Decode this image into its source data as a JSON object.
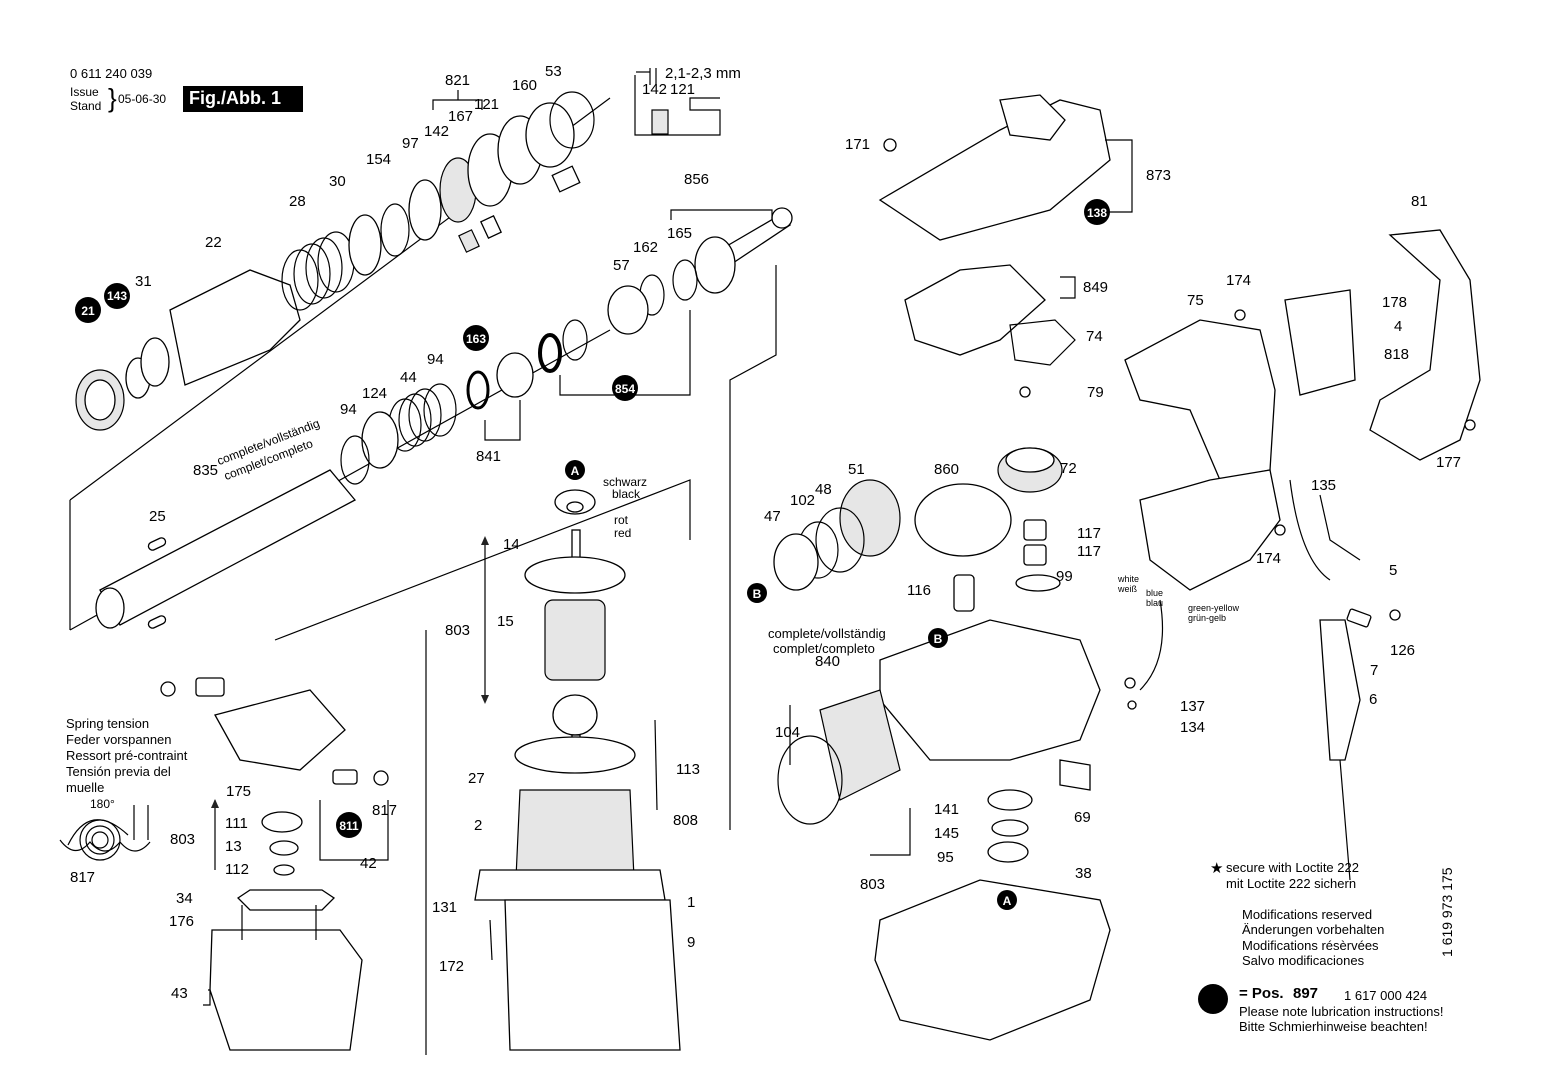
{
  "header": {
    "part_number": "0 611 240 039",
    "issue_label": "Issue",
    "stand_label": "Stand",
    "issue_date": "05-06-30",
    "figure_label": "Fig./Abb. 1",
    "gap_note": "2,1-2,3 mm"
  },
  "part_labels": [
    "821",
    "53",
    "160",
    "121",
    "167",
    "142",
    "97",
    "154",
    "30",
    "28",
    "22",
    "31",
    "143",
    "21",
    "2,1-2,3 mm",
    "142",
    "121",
    "856",
    "165",
    "162",
    "57",
    "163",
    "94",
    "44",
    "124",
    "94",
    "854",
    "841",
    "835",
    "25",
    "171",
    "873",
    "138",
    "849",
    "74",
    "79",
    "81",
    "174",
    "75",
    "178",
    "4",
    "818",
    "177",
    "860",
    "72",
    "51",
    "48",
    "102",
    "47",
    "B",
    "117",
    "117",
    "116",
    "99",
    "135",
    "174",
    "5",
    "A",
    "14",
    "15",
    "803",
    "2",
    "27",
    "113",
    "808",
    "131",
    "1",
    "9",
    "172",
    "175",
    "111",
    "13",
    "112",
    "803",
    "811",
    "817",
    "42",
    "34",
    "176",
    "43",
    "817",
    "840",
    "104",
    "B",
    "137",
    "134",
    "69",
    "141",
    "145",
    "95",
    "803",
    "38",
    "A",
    "126",
    "7",
    "6"
  ],
  "wire_labels": {
    "schwarz": "schwarz",
    "black": "black",
    "rot": "rot",
    "red": "red",
    "white": "white",
    "weiss": "weiß",
    "blue": "blue",
    "blau": "blau",
    "green_yellow": "green-yellow",
    "gruen_gelb": "grün-gelb"
  },
  "complete_labels": {
    "armature_assembly": [
      "complete/vollständig",
      "complet/completo"
    ],
    "gear_housing": [
      "complete/vollständig",
      "complet/completo"
    ]
  },
  "spring_tension": [
    "Spring tension",
    "Feder vorspannen",
    "Ressort pré-contraint",
    "Tensión previa del",
    "muelle"
  ],
  "spring_angle": "180°",
  "notes": {
    "loctite": [
      "secure with Loctite 222",
      "mit Loctite 222 sichern"
    ],
    "modifications": [
      "Modifications reserved",
      "Änderungen vorbehalten",
      "Modifications résèrvées",
      "Salvo modificaciones"
    ],
    "lubrication_pos_label": "= Pos.",
    "lubrication_pos_number": "897",
    "lubrication_code": "1 617 000 424",
    "lubrication_lines": [
      "Please note lubrication instructions!",
      "Bitte Schmierhinweise beachten!"
    ]
  },
  "doc_number": "1 619 973 175"
}
